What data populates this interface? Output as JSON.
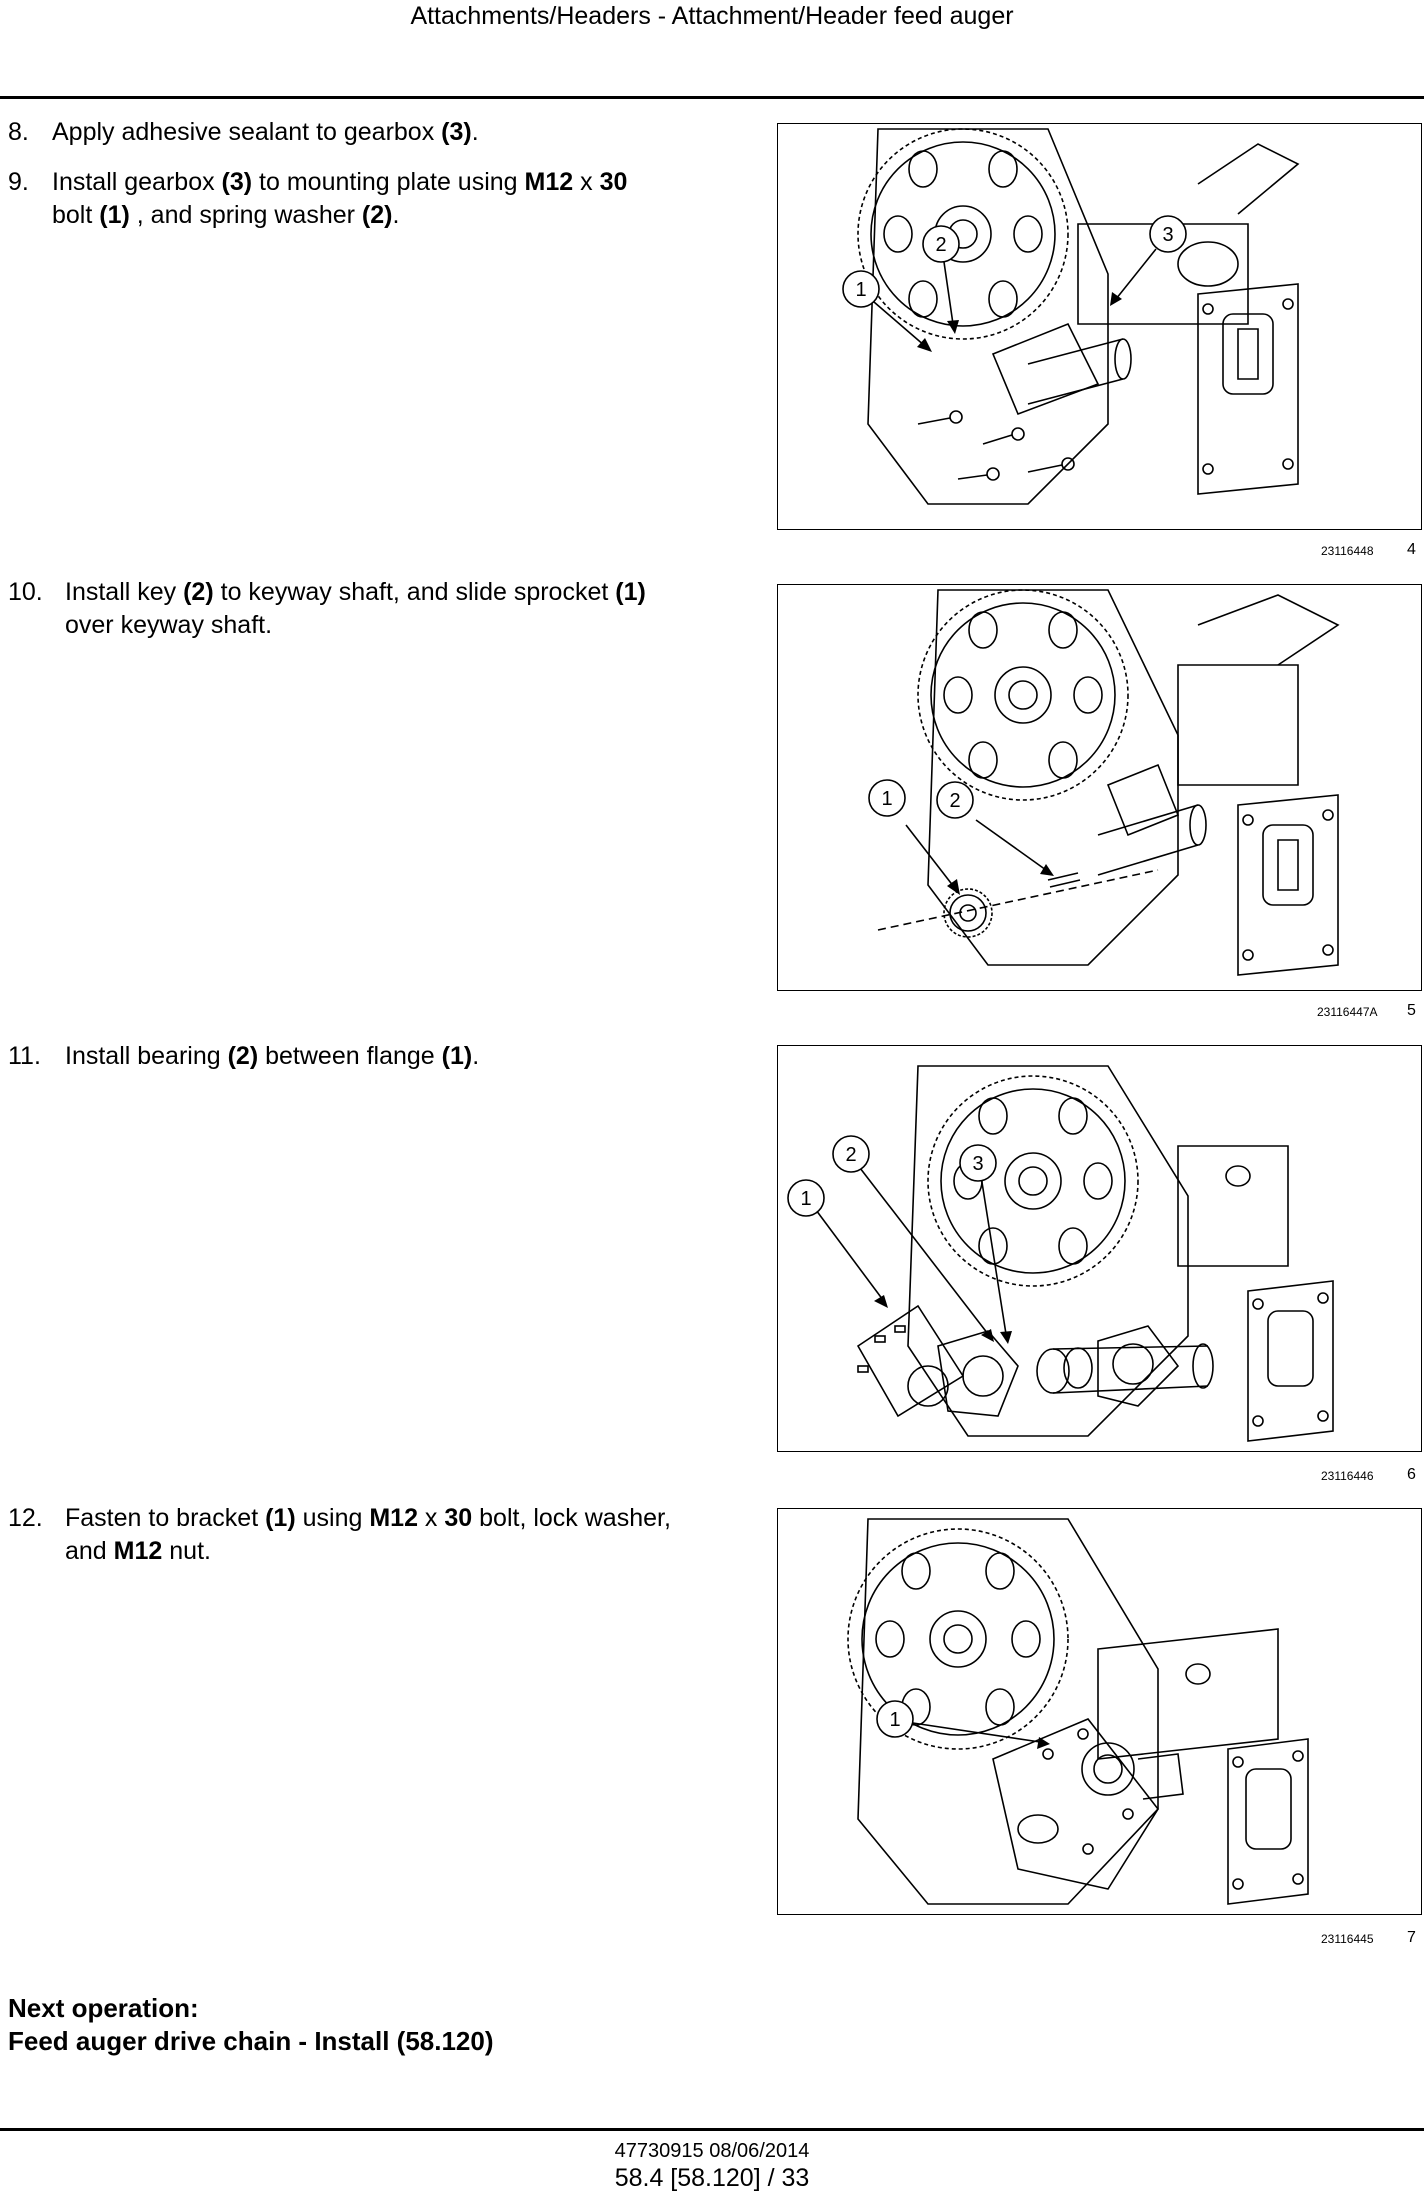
{
  "header": {
    "title": "Attachments/Headers - Attachment/Header feed auger"
  },
  "steps": [
    {
      "num": "8.",
      "parts": [
        [
          "Apply adhesive sealant to gearbox ",
          false
        ],
        [
          "(3)",
          true
        ],
        [
          ".",
          false
        ]
      ]
    },
    {
      "num": "9.",
      "parts": [
        [
          "Install gearbox ",
          false
        ],
        [
          "(3)",
          true
        ],
        [
          " to mounting plate using ",
          false
        ],
        [
          "M12",
          true
        ],
        [
          " x ",
          false
        ],
        [
          "30",
          true
        ],
        [
          "<br>bolt ",
          false
        ],
        [
          "(1)",
          true
        ],
        [
          " , and spring washer ",
          false
        ],
        [
          "(2)",
          true
        ],
        [
          ".",
          false
        ]
      ]
    },
    {
      "num": "10.",
      "parts": [
        [
          "Install key ",
          false
        ],
        [
          "(2)",
          true
        ],
        [
          " to keyway shaft, and slide sprocket ",
          false
        ],
        [
          "(1)",
          true
        ],
        [
          "<br>over keyway shaft.",
          false
        ]
      ]
    },
    {
      "num": "11.",
      "parts": [
        [
          "Install bearing ",
          false
        ],
        [
          "(2)",
          true
        ],
        [
          " between flange ",
          false
        ],
        [
          "(1)",
          true
        ],
        [
          ".",
          false
        ]
      ]
    },
    {
      "num": "12.",
      "parts": [
        [
          "Fasten to bracket ",
          false
        ],
        [
          "(1)",
          true
        ],
        [
          " using ",
          false
        ],
        [
          "M12",
          true
        ],
        [
          " x ",
          false
        ],
        [
          "30",
          true
        ],
        [
          " bolt, lock washer,<br>and ",
          false
        ],
        [
          "M12",
          true
        ],
        [
          " nut.",
          false
        ]
      ]
    }
  ],
  "figures": [
    {
      "id": "23116448",
      "num": "4",
      "callouts": [
        "1",
        "2",
        "3"
      ]
    },
    {
      "id": "23116447A",
      "num": "5",
      "callouts": [
        "1",
        "2"
      ]
    },
    {
      "id": "23116446",
      "num": "6",
      "callouts": [
        "1",
        "2",
        "3"
      ]
    },
    {
      "id": "23116445",
      "num": "7",
      "callouts": [
        "1"
      ]
    }
  ],
  "next_operation": {
    "label": "Next operation:",
    "text": "Feed auger drive chain - Install (58.120)"
  },
  "footer": {
    "doc_ref": "47730915 08/06/2014",
    "page_ref": "58.4 [58.120] / 33"
  }
}
